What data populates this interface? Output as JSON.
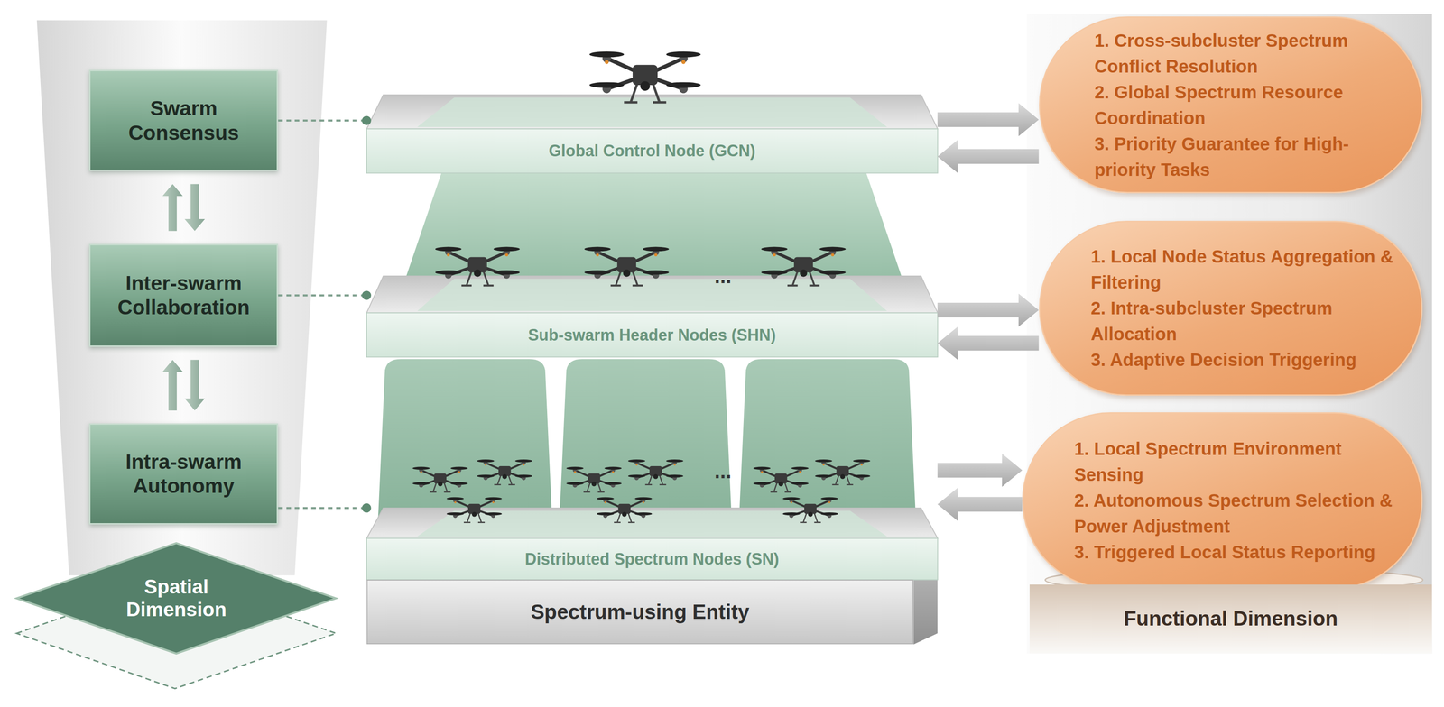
{
  "diagram": {
    "nodes": [
      {
        "text": [
          "Swarm Consensus"
        ]
      },
      {
        "text": [
          "Inter-swarm Collaboration"
        ]
      },
      {
        "text": [
          "Intra-swarm Autonomy"
        ]
      },
      {
        "text": [
          "Spatial Dimension"
        ]
      },
      {
        "text": [
          "Global Control Node (GCN)"
        ]
      },
      {
        "text": [
          "Sub-swarm Header Nodes (SHN)"
        ]
      },
      {
        "text": [
          "Distributed Spectrum Nodes (SN)"
        ]
      },
      {
        "text": [
          "Spectrum-using Entity"
        ]
      },
      {
        "text": [
          "1. Cross-subcluster Spectrum Conflict Resolution",
          "2. Global Spectrum Resource Coordination",
          "3. Priority Guarantee for High-priority Tasks"
        ]
      },
      {
        "text": [
          "1. Local Node Status Aggregation & Filtering",
          "2. Intra-subcluster Spectrum Allocation",
          "3. Adaptive Decision Triggering"
        ]
      },
      {
        "text": [
          "1. Local Spectrum Environment Sensing",
          "2. Autonomous Spectrum Selection & Power Adjustment",
          "3. Triggered Local Status Reporting"
        ]
      },
      {
        "text": [
          "Functional Dimension"
        ]
      }
    ],
    "edges": [
      {
        "from": 0,
        "to": 4,
        "arrow": "none"
      },
      {
        "from": 1,
        "to": 5,
        "arrow": "none"
      },
      {
        "from": 2,
        "to": 6,
        "arrow": "none"
      },
      {
        "from": 1,
        "to": 0,
        "arrow": "to"
      },
      {
        "from": 0,
        "to": 1,
        "arrow": "to"
      },
      {
        "from": 2,
        "to": 1,
        "arrow": "to"
      },
      {
        "from": 1,
        "to": 2,
        "arrow": "to"
      },
      {
        "from": 4,
        "to": 8,
        "arrow": "to"
      },
      {
        "from": 8,
        "to": 4,
        "arrow": "to"
      },
      {
        "from": 5,
        "to": 9,
        "arrow": "to"
      },
      {
        "from": 9,
        "to": 5,
        "arrow": "to"
      },
      {
        "from": 6,
        "to": 10,
        "arrow": "to"
      },
      {
        "from": 10,
        "to": 6,
        "arrow": "to"
      }
    ],
    "labels": [
      "...",
      "..."
    ]
  }
}
